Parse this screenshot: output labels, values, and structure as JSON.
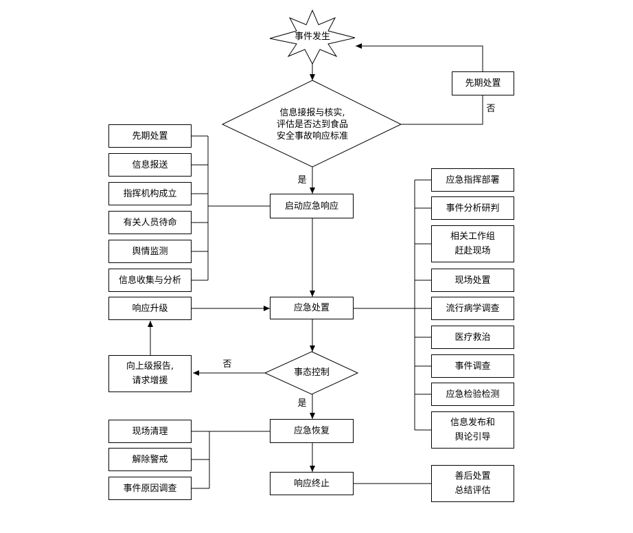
{
  "main_flow": {
    "start": "事件发生",
    "decision_report": "信息接报与核实,\n评估是否达到食品\n安全事故响应标准",
    "pre_handling": "先期处置",
    "launch": "启动应急响应",
    "handling": "应急处置",
    "decision_control": "事态控制",
    "recovery": "应急恢复",
    "termination": "响应终止"
  },
  "labels": {
    "yes": "是",
    "no": "否"
  },
  "launch_actions": [
    "先期处置",
    "信息报送",
    "指挥机构成立",
    "有关人员待命",
    "舆情监测",
    "信息收集与分析"
  ],
  "handling_actions": [
    "应急指挥部署",
    "事件分析研判",
    "相关工作组\n赶赴现场",
    "现场处置",
    "流行病学调查",
    "医疗救治",
    "事件调查",
    "应急检验检测",
    "信息发布和\n舆论引导"
  ],
  "escalation": {
    "upgrade": "响应升级",
    "report_up": "向上级报告,\n请求增援"
  },
  "recovery_actions": [
    "现场清理",
    "解除警戒",
    "事件原因调查"
  ],
  "termination_actions": "善后处置\n总结评估"
}
